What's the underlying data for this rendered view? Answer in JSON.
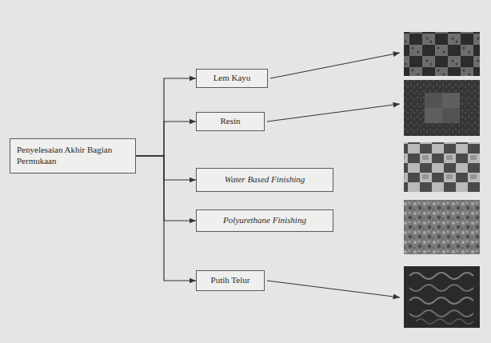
{
  "diagram": {
    "nodes": [
      {
        "text": [
          "Penyelesaian Akhir Bagian Permukaan"
        ]
      },
      {
        "text": [
          "Lem Kayu"
        ]
      },
      {
        "text": [
          "Resin"
        ]
      },
      {
        "text": [
          "Water Based Finishing"
        ]
      },
      {
        "text": [
          "Polyurethane Finishing"
        ]
      },
      {
        "text": [
          "Putih Telur"
        ]
      }
    ],
    "edges": [
      {
        "from": 0,
        "to": 1,
        "arrow": "to"
      },
      {
        "from": 0,
        "to": 2,
        "arrow": "to"
      },
      {
        "from": 0,
        "to": 3,
        "arrow": "to"
      },
      {
        "from": 0,
        "to": 4,
        "arrow": "to"
      },
      {
        "from": 0,
        "to": 5,
        "arrow": "to"
      }
    ]
  }
}
